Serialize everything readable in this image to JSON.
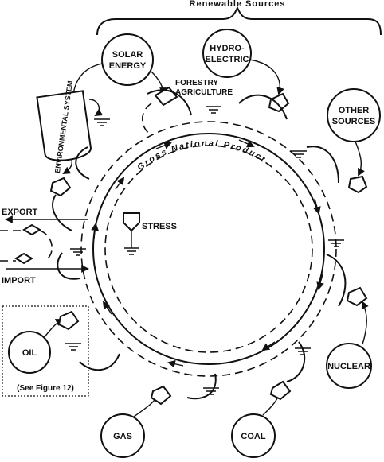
{
  "header": {
    "renewable_sources": "Renewable Sources"
  },
  "sources": {
    "solar": [
      "SOLAR",
      "ENERGY"
    ],
    "hydro": [
      "HYDRO-",
      "ELECTRIC"
    ],
    "other": [
      "OTHER",
      "SOURCES"
    ],
    "nuclear": "NUCLEAR",
    "coal": "COAL",
    "gas": "GAS",
    "oil": "OIL"
  },
  "labels": {
    "environmental_system": "ENVIRONMENTAL SYSTEM",
    "forestry": "FORESTRY",
    "agriculture": "AGRICULTURE",
    "gnp": "Gross National Product",
    "stress": "STRESS",
    "export": "EXPORT",
    "import": "IMPORT",
    "see_figure": "(See Figure 12)"
  },
  "colors": {
    "ink": "#111111",
    "paper": "#ffffff"
  }
}
